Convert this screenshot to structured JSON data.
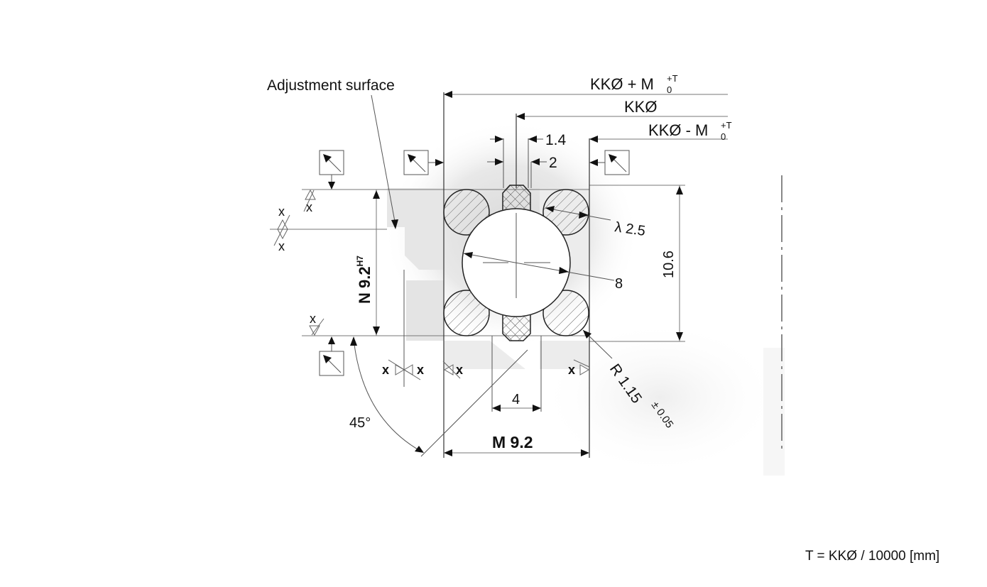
{
  "drawing": {
    "title": "Ball raceway / gothic arch cross-section dimensions",
    "labels": {
      "adjustment_surface": "Adjustment surface",
      "kk_plus": "KKØ + M",
      "kk_plus_sup": "+T",
      "kk_plus_sub": "0",
      "kk": "KKØ",
      "kk_minus": "KKØ - M",
      "kk_minus_sup": "+T",
      "kk_minus_sub": "0",
      "dim_1_4": "1.4",
      "dim_2": "2",
      "lambda_2_5": "λ 2.5",
      "dim_8": "8",
      "dim_10_6": "10.6",
      "n_9_2": "N 9.2",
      "n_9_2_sup": "H7",
      "angle_45": "45°",
      "dim_4": "4",
      "m_9_2": "M 9.2",
      "radius": "R 1.15",
      "radius_tol": "± 0.05",
      "surface_mark": "x",
      "footnote": "T = KKØ / 10000 [mm]"
    },
    "colors": {
      "line": "#333333",
      "light_line": "#777777",
      "shade": "#e4e4e4",
      "background": "#ffffff"
    }
  }
}
